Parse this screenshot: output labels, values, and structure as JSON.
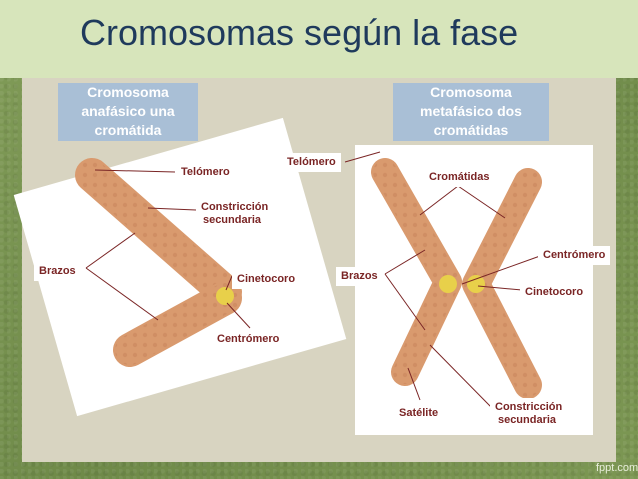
{
  "slide_title": "Cromosomas según la fase",
  "panels": {
    "left_heading": "Cromosoma anafásico una cromátida",
    "right_heading": "Cromosoma metafásico dos cromátidas"
  },
  "labels_left": {
    "telomere": "Telómero",
    "secondary_constriction": "Constricción secundaria",
    "arms": "Brazos",
    "kinetochore": "Cinetocoro",
    "centromere": "Centrómero"
  },
  "labels_right": {
    "telomere": "Telómero",
    "chromatids": "Cromátidas",
    "centromere": "Centrómero",
    "arms": "Brazos",
    "kinetochore": "Cinetocoro",
    "satellite": "Satélite",
    "secondary_constriction": "Constricción secundaria"
  },
  "footer": "fppt.com",
  "colors": {
    "chromosome": "#d99a6e",
    "centromere": "#e8d04a",
    "label_text": "#7a2525",
    "heading_box": "#a9bfd6"
  }
}
